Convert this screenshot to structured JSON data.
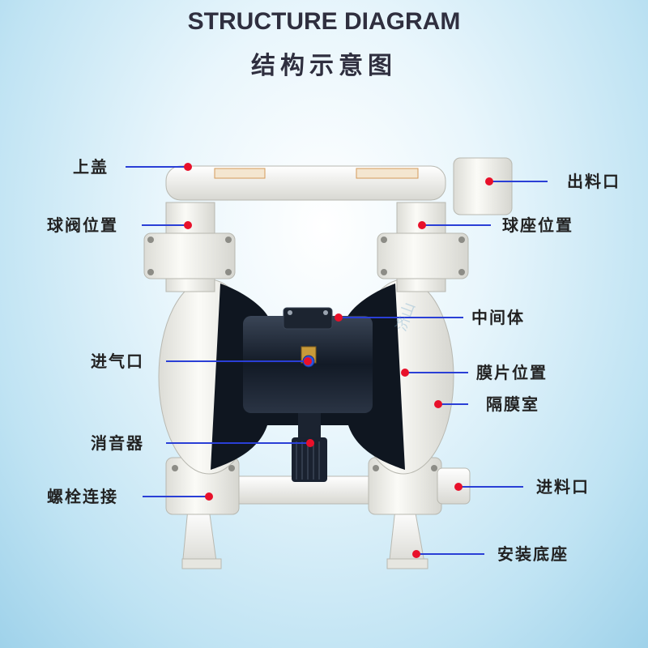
{
  "header": {
    "title_en": "STRUCTURE DIAGRAM",
    "title_cn": "结构示意图"
  },
  "watermark": "济山",
  "labels": {
    "top_cover": "上盖",
    "ball_valve": "球阀位置",
    "air_inlet": "进气口",
    "muffler": "消音器",
    "bolt_connection": "螺栓连接",
    "outlet": "出料口",
    "ball_seat": "球座位置",
    "middle_body": "中间体",
    "diaphragm": "膜片位置",
    "diaphragm_chamber": "隔膜室",
    "inlet": "进料口",
    "mounting_base": "安装底座"
  },
  "colors": {
    "leader_line": "#2a3fd6",
    "dot": "#e8102a",
    "pump_white": "#f2f2ee",
    "pump_black": "#141c2a",
    "title": "#2f2f3f"
  }
}
